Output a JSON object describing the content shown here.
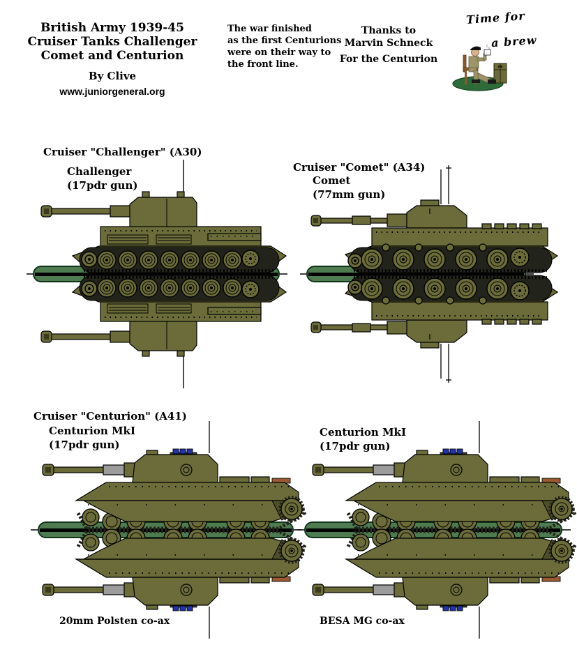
{
  "header": {
    "title_lines": [
      "British Army 1939-45",
      "Cruiser Tanks Challenger",
      "Comet and Centurion"
    ],
    "byline": "By Clive",
    "website": "www.juniorgeneral.org",
    "war_note_lines": [
      "The war finished",
      "as the first Centurions",
      "were on their way to",
      "the front line."
    ],
    "thanks_lines": [
      "Thanks to",
      "Marvin Schneck",
      "For the Centurion"
    ],
    "brew_lines": [
      "Time for",
      "a brew"
    ]
  },
  "units": [
    {
      "id": "challenger",
      "heading": "Cruiser \"Challenger\" (A30)",
      "name": "Challenger",
      "gun": "(17pdr gun)",
      "caption": ""
    },
    {
      "id": "comet",
      "heading": "Cruiser \"Comet\" (A34)",
      "name": "Comet",
      "gun": "(77mm gun)",
      "caption": ""
    },
    {
      "id": "centurion-left",
      "heading": "Cruiser \"Centurion\" (A41)",
      "name": "Centurion MkI",
      "gun": "(17pdr gun)",
      "caption": "20mm Polsten co-ax"
    },
    {
      "id": "centurion-right",
      "heading": "",
      "name": "Centurion MkI",
      "gun": "(17pdr gun)",
      "caption": "BESA MG co-ax"
    }
  ],
  "colors": {
    "tank_olive": "#6b6c3a",
    "tank_olive_dark": "#4e4f28",
    "track_dark": "#22231a",
    "base_green": "#4e7c50",
    "base_border": "#10341a",
    "fold_line": "#000000",
    "steel_gray": "#9c9c9c",
    "rust": "#9c5a32",
    "periscope_blue": "#2233aa",
    "mound_green": "#2e6b38",
    "uniform_khaki": "#9d9468"
  }
}
